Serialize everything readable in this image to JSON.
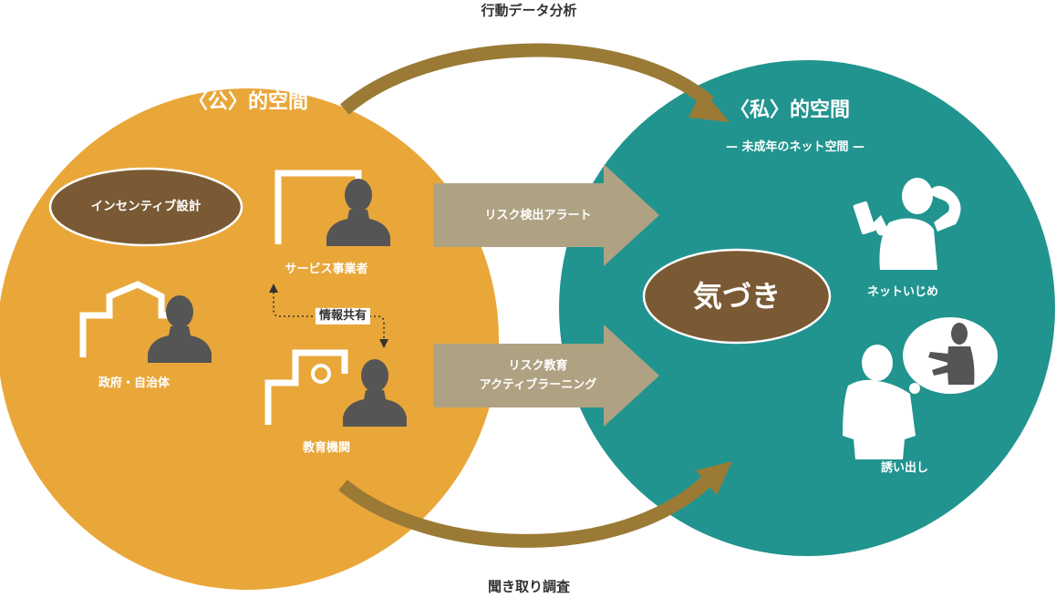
{
  "colors": {
    "public_circle": "#E9A73A",
    "private_circle": "#21948F",
    "curved_arrow": "#9A7A35",
    "straight_arrow": "#AFA283",
    "ellipse": "#7A5A34",
    "figure": "#555555",
    "text_dark": "#333333"
  },
  "top_arrow": {
    "label": "行動データ分析"
  },
  "bottom_arrow": {
    "label": "聞き取り調査"
  },
  "public_space": {
    "title": "〈公〉的空間",
    "incentive": "インセンティブ設計",
    "service_provider": "サービス事業者",
    "government": "政府・自治体",
    "education": "教育機関",
    "info_sharing": "情報共有"
  },
  "middle_arrows": {
    "alert": "リスク検出アラート",
    "education_line1": "リスク教育",
    "education_line2": "アクティブラーニング"
  },
  "private_space": {
    "title": "〈私〉的空間",
    "subtitle": "— 未成年のネット空間 —",
    "awareness": "気づき",
    "bullying": "ネットいじめ",
    "solicitation": "誘い出し"
  }
}
